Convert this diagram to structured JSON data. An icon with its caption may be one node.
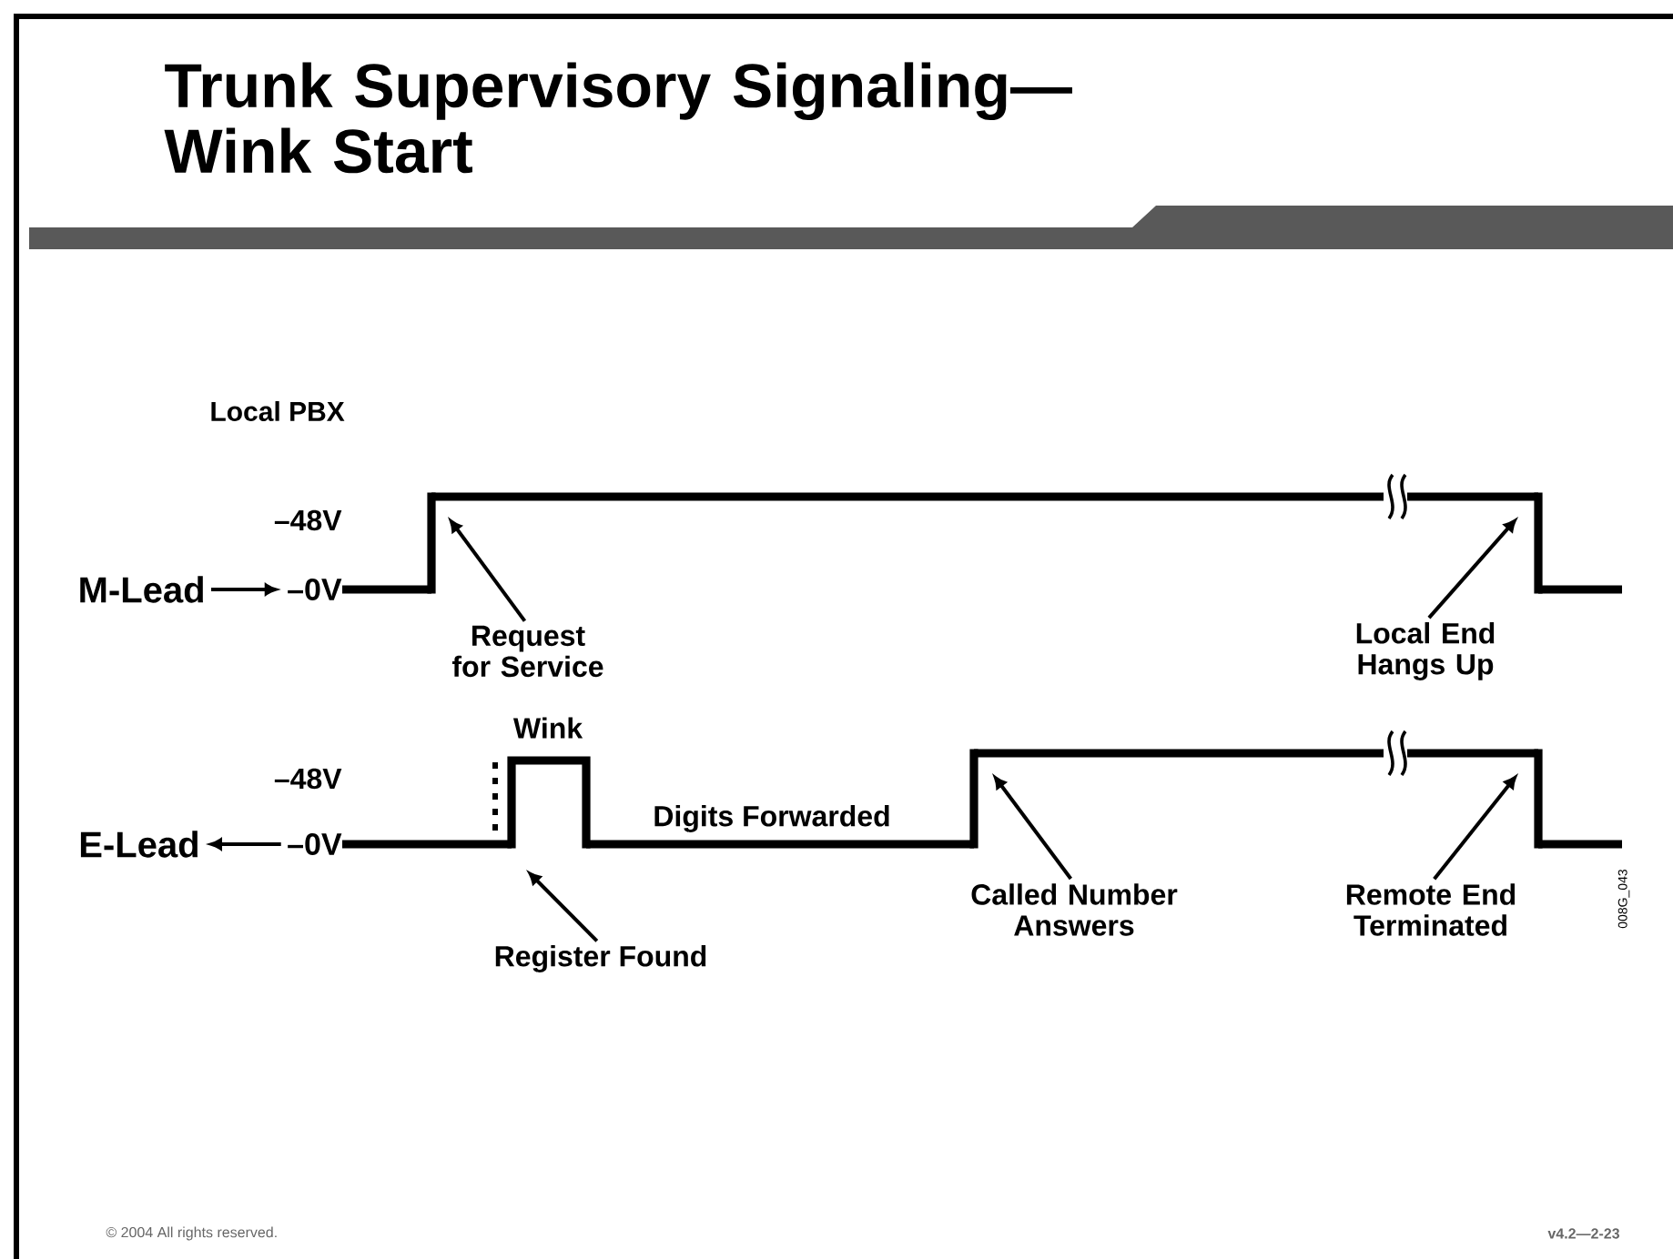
{
  "diagram": {
    "title": "Trunk Supervisory Signaling— Wink Start",
    "nodes": [
      {
        "text": [
          "M-Lead"
        ]
      },
      {
        "text": [
          "–0V"
        ]
      },
      {
        "text": [
          "E-Lead"
        ]
      },
      {
        "text": [
          "–0V"
        ]
      },
      {
        "text": [
          "Request for Service"
        ]
      },
      {
        "text": [
          "Local End Hangs Up"
        ]
      },
      {
        "text": [
          "Register Found"
        ]
      },
      {
        "text": [
          "Called Number Answers"
        ]
      },
      {
        "text": [
          "Remote End Terminated"
        ]
      },
      {
        "text": [],
        "shape": "line"
      },
      {
        "text": [],
        "shape": "line"
      },
      {
        "text": [],
        "shape": "line",
        "beside": [
          "Wink"
        ]
      },
      {
        "text": [],
        "shape": "line"
      },
      {
        "text": [],
        "shape": "line"
      }
    ],
    "edges": [
      {
        "from": 0,
        "to": 1,
        "arrow": "to"
      },
      {
        "from": 3,
        "to": 2,
        "arrow": "to"
      },
      {
        "from": 4,
        "to": 9,
        "arrow": "to"
      },
      {
        "from": 5,
        "to": 10,
        "arrow": "to"
      },
      {
        "from": 6,
        "to": 11,
        "arrow": "to"
      },
      {
        "from": 7,
        "to": 12,
        "arrow": "to"
      },
      {
        "from": 8,
        "to": 13,
        "arrow": "to"
      },
      {
        "from": 1,
        "to": 9,
        "arrow": "none",
        "style": "thick"
      },
      {
        "from": 9,
        "to": 10,
        "arrow": "none",
        "style": "thick"
      },
      {
        "from": 10,
        "to": null,
        "arrow": "none",
        "style": "thick"
      },
      {
        "from": 3,
        "to": 11,
        "arrow": "none",
        "style": "thick"
      },
      {
        "from": 11,
        "to": 12,
        "arrow": "none",
        "style": "thick"
      },
      {
        "from": 12,
        "to": 13,
        "arrow": "none",
        "style": "thick"
      },
      {
        "from": 13,
        "to": null,
        "arrow": "none",
        "style": "thick"
      }
    ],
    "labels": [
      "Local PBX",
      "–48V",
      "–48V",
      "Digits Forwarded",
      "008G_043",
      "© 2004 All rights reserved.",
      "v4.2—2-23"
    ]
  }
}
